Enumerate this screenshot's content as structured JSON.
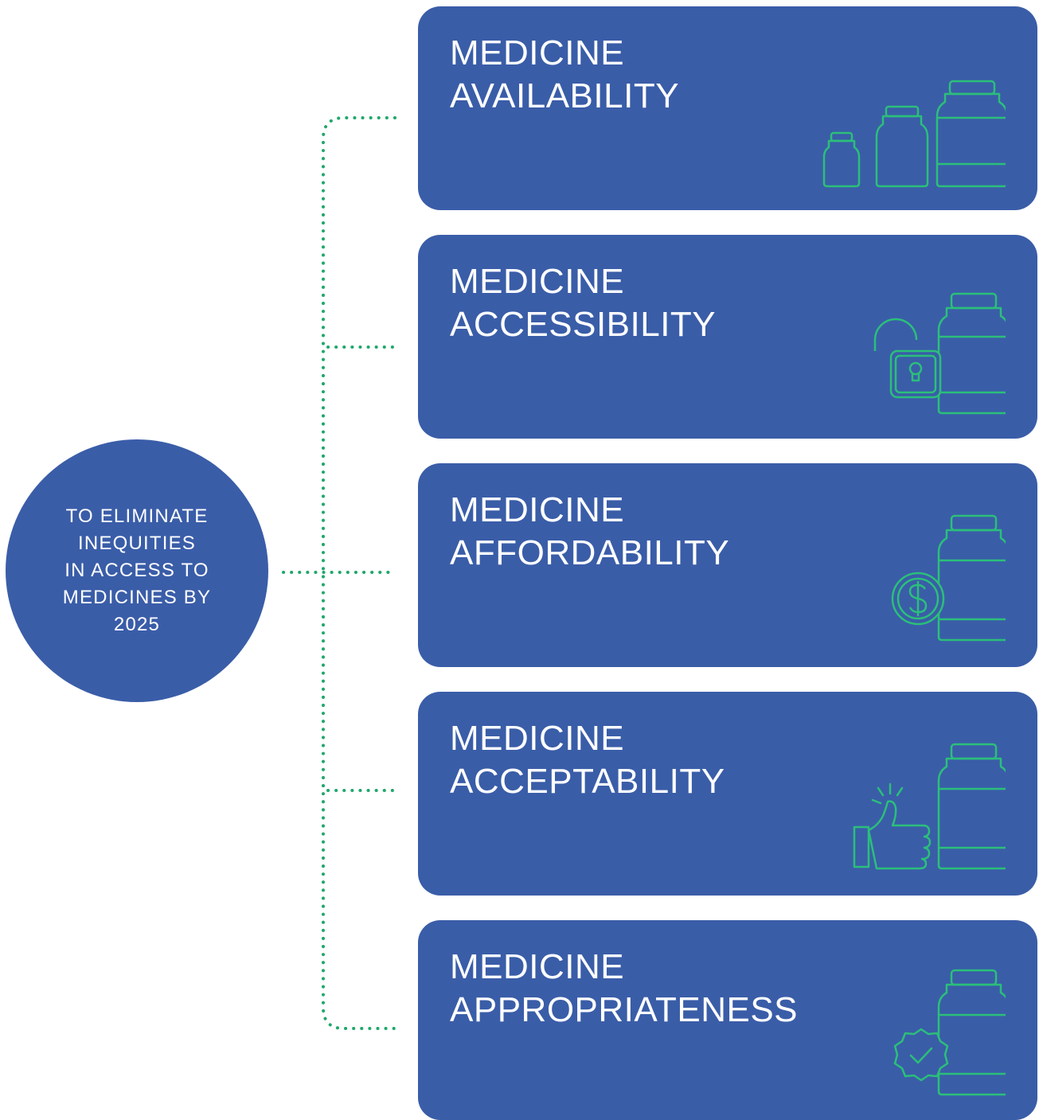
{
  "goal": {
    "text": "TO ELIMINATE\nINEQUITIES\nIN ACCESS TO\nMEDICINES BY\n2025"
  },
  "colors": {
    "card": "#3a5da8",
    "icon_stroke": "#2bbf7a",
    "connector": "#1fa86b",
    "text": "#ffffff"
  },
  "cards": [
    {
      "line1": "MEDICINE",
      "line2": "AVAILABILITY",
      "icon": "three-medicine-bottles-icon"
    },
    {
      "line1": "MEDICINE",
      "line2": "ACCESSIBILITY",
      "icon": "bottle-with-open-padlock-icon"
    },
    {
      "line1": "MEDICINE",
      "line2": "AFFORDABILITY",
      "icon": "bottle-with-dollar-coin-icon"
    },
    {
      "line1": "MEDICINE",
      "line2": "ACCEPTABILITY",
      "icon": "bottle-with-thumbs-up-icon"
    },
    {
      "line1": "MEDICINE",
      "line2": "APPROPRIATENESS",
      "icon": "bottle-with-check-badge-icon"
    }
  ]
}
